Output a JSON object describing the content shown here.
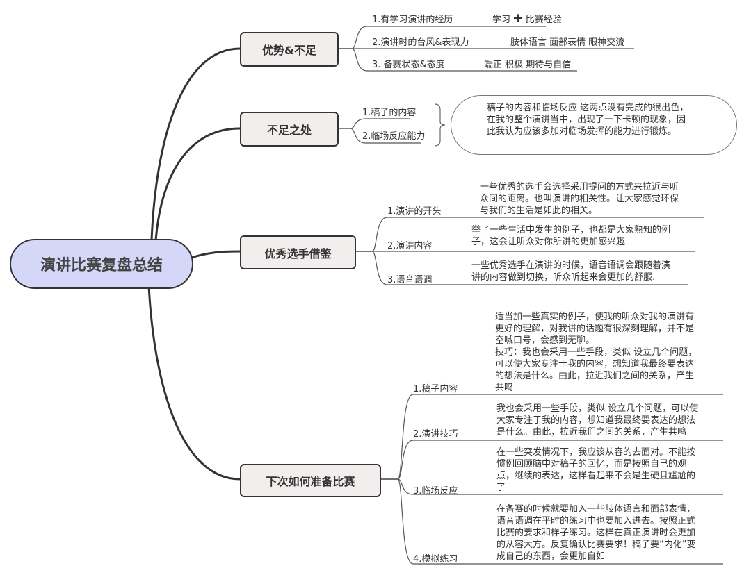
{
  "root": {
    "title": "演讲比赛复盘总结",
    "color": "#d5d7f8"
  },
  "branches": [
    {
      "title": "优势&不足",
      "items": [
        {
          "label": "1.有学习演讲的经历",
          "detail_a": "学习",
          "detail_icon": "plus-icon",
          "detail_b": "比赛经验"
        },
        {
          "label": "2.演讲时的台风&表现力",
          "detail": "肢体语言 面部表情 眼神交流"
        },
        {
          "label": "3. 备赛状态&态度",
          "detail": "端正 积极 期待与自信"
        }
      ]
    },
    {
      "title": "不足之处",
      "items": [
        {
          "label": "1.稿子的内容"
        },
        {
          "label": "2.临场反应能力"
        }
      ],
      "summary": [
        "稿子的内容和临场反应 这两点没有完成的很出色，",
        "在我的整个演讲当中，出现了一下卡顿的现象，因",
        "此我认为应该多加对临场发挥的能力进行锻炼。"
      ]
    },
    {
      "title": "优秀选手借鉴",
      "items": [
        {
          "label": "1.演讲的开头",
          "detail": [
            "一些优秀的选手会选择采用提问的方式来拉近与听",
            "众间的距离。也叫演讲的相关性。让大家感觉环保",
            "与我们的生活是如此的相关。"
          ]
        },
        {
          "label": "2.演讲内容",
          "detail": [
            "举了一些生活中发生的例子，也都是大家熟知的例",
            "子，这会让听众对你所讲的更加感兴趣"
          ]
        },
        {
          "label": "3.语音语调",
          "detail": [
            "一些优秀选手在演讲的时候，语音语调会跟随着演",
            "讲的内容做到切换，听众听起来会更加的舒服."
          ]
        }
      ]
    },
    {
      "title": "下次如何准备比赛",
      "items": [
        {
          "label": "1.稿子内容",
          "detail": [
            "适当加一些真实的例子，使我的听众对我的演讲有",
            "更好的理解，对我讲的话题有很深刻理解，并不是",
            "空喊口号，会感到无聊。",
            "技巧：我也会采用一些手段，类似 设立几个问题，",
            "可以使大家专注于我的内容，想知道我最终要表达",
            "的想法是什么。由此，拉近我们之间的关系，产生",
            "共鸣"
          ]
        },
        {
          "label": "2.演讲技巧",
          "detail": [
            "我也会采用一些手段，类似 设立几个问题，可以使",
            "大家专注于我的内容，想知道我最终要表达的想法",
            "是什么。由此，拉近我们之间的关系，产生共鸣"
          ]
        },
        {
          "label": "3.临场反应",
          "detail": [
            "在一些突发情况下，我应该从容的去面对。不能按",
            "惯例回顾脑中对稿子的回忆，而是按照自己的观",
            "点，继续的表达，这样看起来不会是生硬且尴尬的",
            "了"
          ]
        },
        {
          "label": "4.模拟练习",
          "detail": [
            "在备赛的时候就要加入一些肢体语言和面部表情，",
            "语音语调在平时的练习中也要加入进去。按照正式",
            "比赛的要求和样子练习。这样在真正演讲时会更加",
            "的从容大方。反复确认比赛要求！稿子要“内化”变",
            "成自己的东西，会更加自如"
          ]
        }
      ]
    }
  ]
}
